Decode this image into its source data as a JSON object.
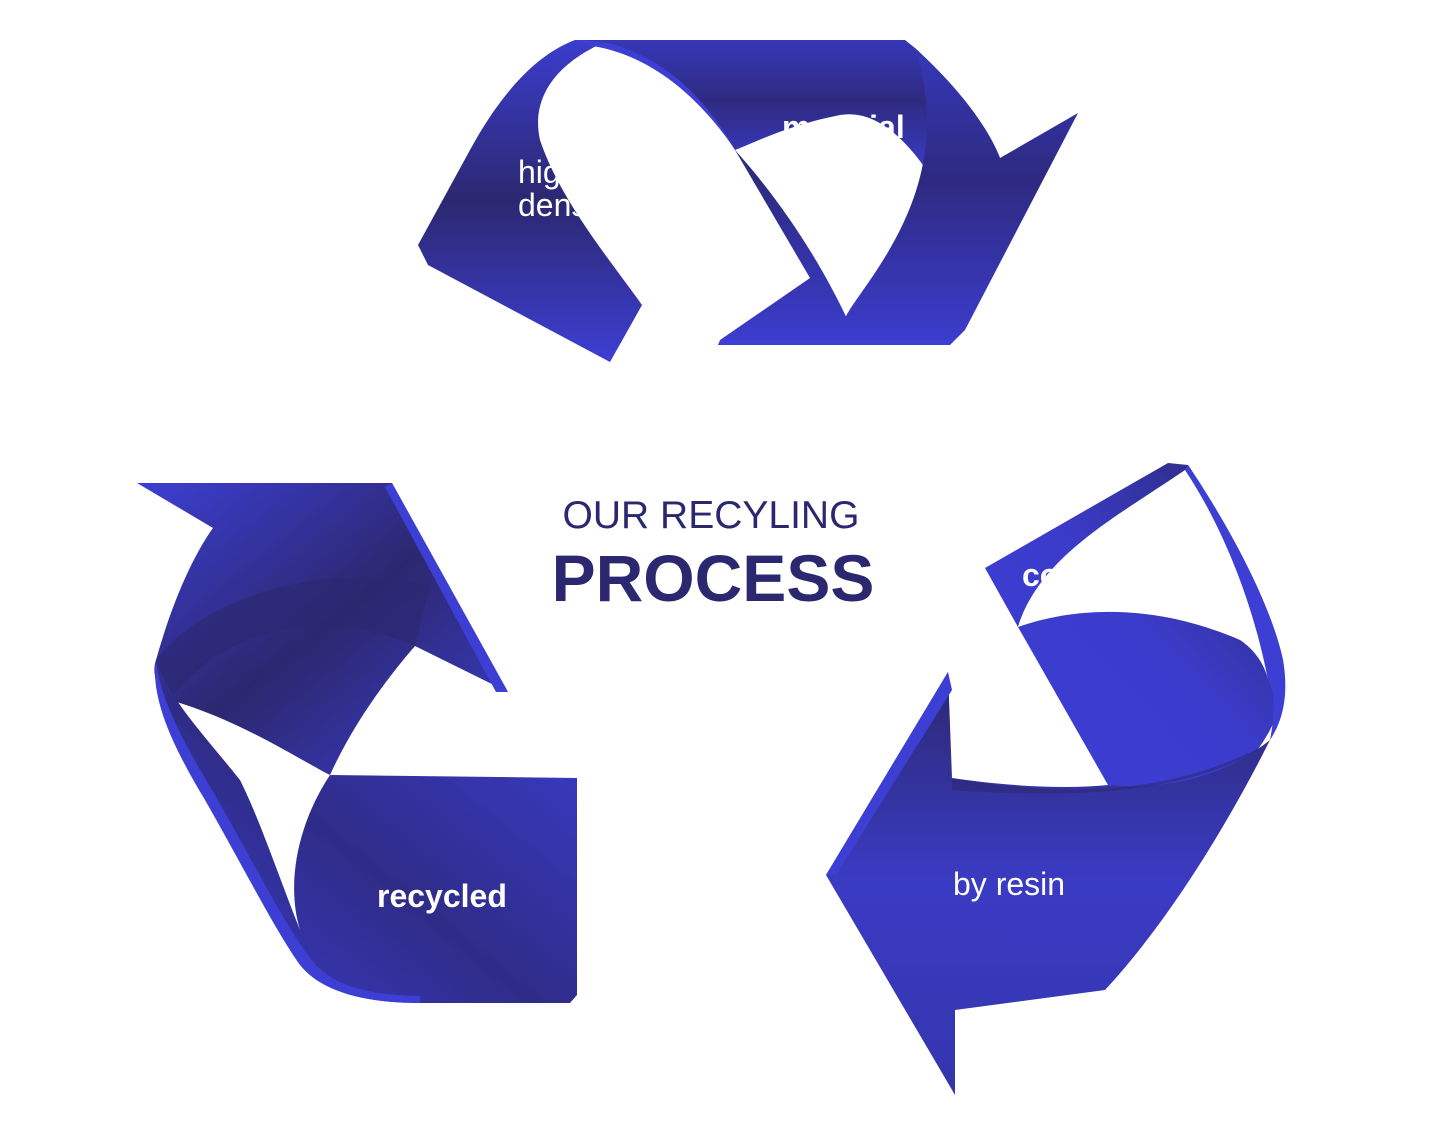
{
  "title": {
    "line1": "OUR RECYLING",
    "line2": "PROCESS"
  },
  "arrows": {
    "top": {
      "label_primary": "material",
      "label_secondary_line1": "high",
      "label_secondary_line2": "density"
    },
    "right": {
      "label_primary": "compound",
      "label_secondary": "by resin"
    },
    "left": {
      "label_primary": "recycled"
    }
  },
  "colors": {
    "arrow_light": "#3d3ed4",
    "arrow_dark": "#2c2870",
    "title": "#2c2870",
    "label": "#ffffff"
  }
}
